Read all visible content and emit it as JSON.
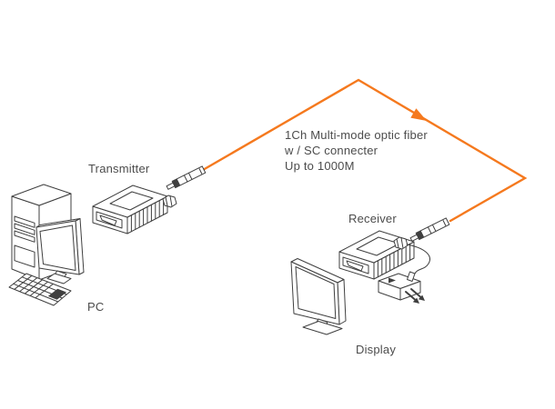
{
  "diagram": {
    "labels": {
      "transmitter": "Transmitter",
      "receiver": "Receiver",
      "pc": "PC",
      "display": "Display"
    },
    "fiber_annotation": {
      "line1": "1Ch Multi-mode optic fiber",
      "line2": "w / SC connecter",
      "line3": "Up to 1000M"
    },
    "colors": {
      "fiber": "#F5791E",
      "line_art": "#3f3f3f",
      "text": "#4c4c4c",
      "background": "#ffffff"
    },
    "icons": {
      "pc": "pc-icon",
      "transmitter_device": "transmitter-device-icon",
      "receiver_device": "receiver-device-icon",
      "sc_connector": "sc-connector-icon",
      "fiber_cable": "fiber-cable-line",
      "arrowhead": "arrowhead-icon",
      "power_adapter": "power-adapter-icon",
      "display": "display-icon"
    }
  }
}
